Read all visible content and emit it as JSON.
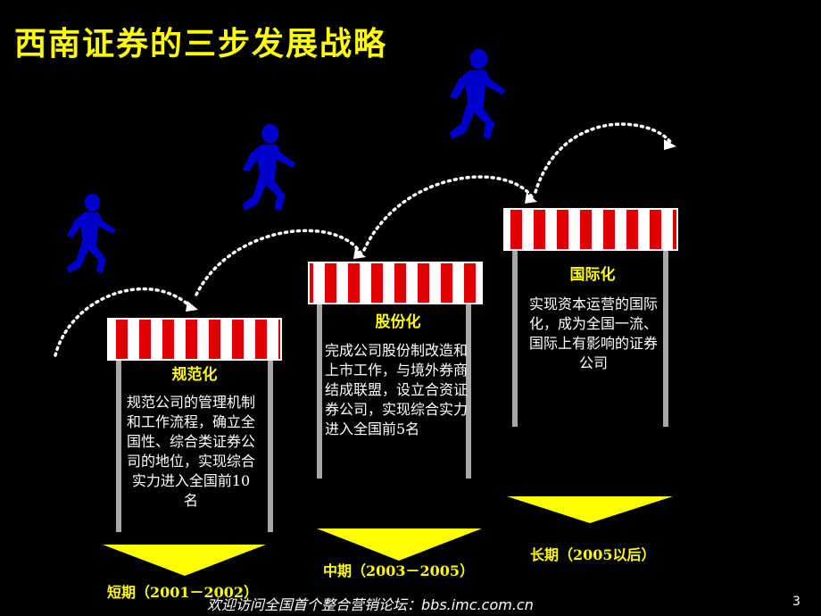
{
  "title": "西南证券的三步发展战略",
  "stages": [
    {
      "label": "规范化",
      "desc": "规范公司的管理机制和工作流程，确立全国性、综合类证券公司的地位，实现综合实力进入全国前10名",
      "period": "短期（2001－2002）"
    },
    {
      "label": "股份化",
      "desc": "完成公司股份制改造和上市工作，与境外券商结成联盟，设立合资证券公司，实现综合实力进入全国前5名",
      "period": "中期（2003－2005）"
    },
    {
      "label": "国际化",
      "desc": "实现资本运营的国际化，成为全国一流、国际上有影响的证券公司",
      "period": "长期（2005以后）"
    }
  ],
  "footer": "欢迎访问全国首个整合营销论坛：bbs.imc.com.cn",
  "page_number": "3",
  "colors": {
    "background": "#000000",
    "accent": "#FFFF00",
    "runner": "#0000CC",
    "hurdle_red": "#E00000",
    "hurdle_white": "#FFFFFF",
    "post": "#A8A8A8"
  },
  "icons": [
    "runner-icon",
    "hurdle-icon",
    "down-arrow-icon",
    "dotted-arc-arrow"
  ]
}
